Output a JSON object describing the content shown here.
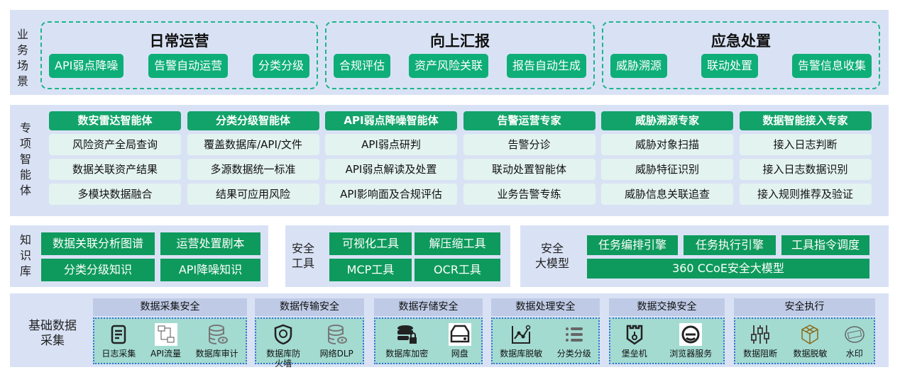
{
  "scenarios": {
    "label": "业务场景",
    "groups": [
      {
        "title": "日常运营",
        "items": [
          "API弱点降噪",
          "告警自动运营",
          "分类分级"
        ]
      },
      {
        "title": "向上汇报",
        "items": [
          "合规评估",
          "资产风险关联",
          "报告自动生成"
        ]
      },
      {
        "title": "应急处置",
        "items": [
          "威胁溯源",
          "联动处置",
          "告警信息收集"
        ]
      }
    ]
  },
  "agents": {
    "label": "专项智能体",
    "columns": [
      {
        "title": "数安雷达智能体",
        "items": [
          "风险资产全局查询",
          "数据关联资产结果",
          "多模块数据融合"
        ]
      },
      {
        "title": "分类分级智能体",
        "items": [
          "覆盖数据库/API/文件",
          "多源数据统一标准",
          "结果可应用风险"
        ]
      },
      {
        "title": "API弱点降噪智能体",
        "items": [
          "API弱点研判",
          "API弱点解读及处置",
          "API影响面及合规评估"
        ]
      },
      {
        "title": "告警运营专家",
        "items": [
          "告警分诊",
          "联动处置智能体",
          "业务告警专练"
        ]
      },
      {
        "title": "威胁溯源专家",
        "items": [
          "威胁对象扫描",
          "威胁特征识别",
          "威胁信息关联追查"
        ]
      },
      {
        "title": "数据智能接入专家",
        "items": [
          "接入日志判断",
          "接入日志数据识别",
          "接入规则推荐及验证"
        ]
      }
    ]
  },
  "knowledge": {
    "label": "知识库",
    "items": [
      "数据关联分析图谱",
      "运营处置剧本",
      "分类分级知识",
      "API降噪知识"
    ]
  },
  "tools": {
    "label": "安全工具",
    "items": [
      "可视化工具",
      "解压缩工具",
      "MCP工具",
      "OCR工具"
    ]
  },
  "model": {
    "label": "安全大模型",
    "items": [
      "任务编排引擎",
      "任务执行引擎",
      "工具指令调度"
    ],
    "main": "360 CCoE安全大模型"
  },
  "foundation": {
    "label": "基础数据采集",
    "groups": [
      {
        "title": "数据采集安全",
        "items": [
          {
            "label": "日志采集",
            "icon": "log-icon"
          },
          {
            "label": "API流量",
            "icon": "flow-icon"
          },
          {
            "label": "数据库审计",
            "icon": "db-eye-icon"
          }
        ]
      },
      {
        "title": "数据传输安全",
        "items": [
          {
            "label": "数据库防火墙",
            "icon": "shield-icon"
          },
          {
            "label": "网络DLP",
            "icon": "db-eye-icon"
          }
        ]
      },
      {
        "title": "数据存储安全",
        "items": [
          {
            "label": "数据库加密",
            "icon": "db-lock-icon"
          },
          {
            "label": "网盘",
            "icon": "disk-icon"
          }
        ]
      },
      {
        "title": "数据处理安全",
        "items": [
          {
            "label": "数据库脱敏",
            "icon": "chart-icon"
          },
          {
            "label": "分类分级",
            "icon": "list-icon"
          }
        ]
      },
      {
        "title": "数据交换安全",
        "items": [
          {
            "label": "堡垒机",
            "icon": "castle-icon"
          },
          {
            "label": "浏览器服务",
            "icon": "browser-icon"
          }
        ]
      },
      {
        "title": "安全执行",
        "items": [
          {
            "label": "数据阻断",
            "icon": "slider-icon"
          },
          {
            "label": "数据脱敏",
            "icon": "cube-icon"
          },
          {
            "label": "水印",
            "icon": "stamp-icon"
          }
        ]
      }
    ]
  },
  "colors": {
    "panel": "#d9e2f5",
    "green": "#0eae78",
    "dark_green": "#0e9a5c",
    "teal": "#a3dbd1"
  }
}
